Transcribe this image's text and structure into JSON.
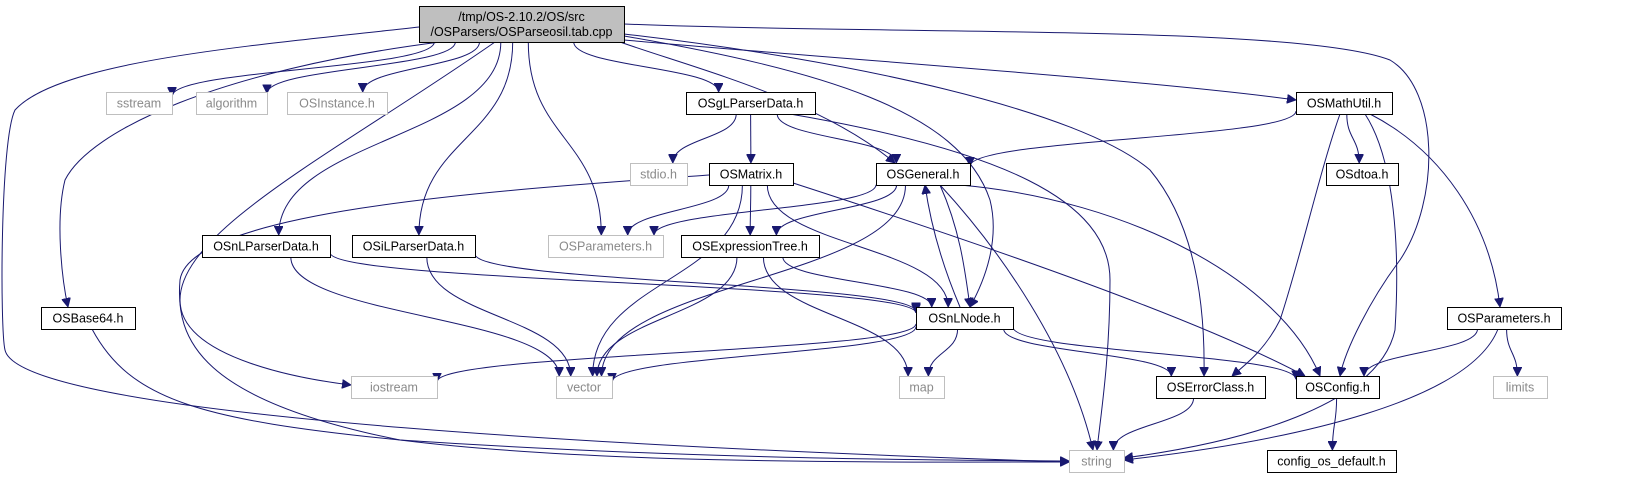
{
  "graph": {
    "nodes": [
      {
        "id": "root",
        "kind": "root",
        "lines": [
          "/tmp/OS-2.10.2/OS/src",
          "/OSParsers/OSParseosil.tab.cpp"
        ]
      },
      {
        "id": "sstream",
        "kind": "sys",
        "lines": [
          "sstream"
        ]
      },
      {
        "id": "algorithm",
        "kind": "sys",
        "lines": [
          "algorithm"
        ]
      },
      {
        "id": "osinstance",
        "kind": "sys",
        "lines": [
          "OSInstance.h"
        ]
      },
      {
        "id": "osglparserdata",
        "kind": "hdr",
        "lines": [
          "OSgLParserData.h"
        ]
      },
      {
        "id": "osmathutil",
        "kind": "hdr",
        "lines": [
          "OSMathUtil.h"
        ]
      },
      {
        "id": "stdio",
        "kind": "sys",
        "lines": [
          "stdio.h"
        ]
      },
      {
        "id": "osmatrix",
        "kind": "hdr",
        "lines": [
          "OSMatrix.h"
        ]
      },
      {
        "id": "osgeneral",
        "kind": "hdr",
        "lines": [
          "OSGeneral.h"
        ]
      },
      {
        "id": "osdtoa",
        "kind": "hdr",
        "lines": [
          "OSdtoa.h"
        ]
      },
      {
        "id": "osnlparserdata",
        "kind": "hdr",
        "lines": [
          "OSnLParserData.h"
        ]
      },
      {
        "id": "osilparserdata",
        "kind": "hdr",
        "lines": [
          "OSiLParserData.h"
        ]
      },
      {
        "id": "osparameters_sys",
        "kind": "sys",
        "lines": [
          "OSParameters.h"
        ]
      },
      {
        "id": "osexpressiontree",
        "kind": "hdr",
        "lines": [
          "OSExpressionTree.h"
        ]
      },
      {
        "id": "osbase64",
        "kind": "hdr",
        "lines": [
          "OSBase64.h"
        ]
      },
      {
        "id": "osnlnode",
        "kind": "hdr",
        "lines": [
          "OSnLNode.h"
        ]
      },
      {
        "id": "osparameters",
        "kind": "hdr",
        "lines": [
          "OSParameters.h"
        ]
      },
      {
        "id": "iostream",
        "kind": "sys",
        "lines": [
          "iostream"
        ]
      },
      {
        "id": "vector",
        "kind": "sys",
        "lines": [
          "vector"
        ]
      },
      {
        "id": "map",
        "kind": "sys",
        "lines": [
          "map"
        ]
      },
      {
        "id": "oserrorclass",
        "kind": "hdr",
        "lines": [
          "OSErrorClass.h"
        ]
      },
      {
        "id": "osconfig",
        "kind": "hdr",
        "lines": [
          "OSConfig.h"
        ]
      },
      {
        "id": "limits",
        "kind": "sys",
        "lines": [
          "limits"
        ]
      },
      {
        "id": "string",
        "kind": "sys",
        "lines": [
          "string"
        ]
      },
      {
        "id": "config_os_default",
        "kind": "hdr",
        "lines": [
          "config_os_default.h"
        ]
      }
    ],
    "edges": [
      [
        "root",
        "sstream"
      ],
      [
        "root",
        "algorithm"
      ],
      [
        "root",
        "osinstance"
      ],
      [
        "root",
        "osglparserdata"
      ],
      [
        "root",
        "osmathutil"
      ],
      [
        "root",
        "osgeneral"
      ],
      [
        "root",
        "osnlparserdata"
      ],
      [
        "root",
        "osilparserdata"
      ],
      [
        "root",
        "osparameters_sys"
      ],
      [
        "root",
        "osbase64"
      ],
      [
        "root",
        "osnlnode"
      ],
      [
        "root",
        "iostream"
      ],
      [
        "root",
        "oserrorclass"
      ],
      [
        "root",
        "osconfig"
      ],
      [
        "root",
        "string"
      ],
      [
        "osglparserdata",
        "stdio"
      ],
      [
        "osglparserdata",
        "osmatrix"
      ],
      [
        "osglparserdata",
        "osgeneral"
      ],
      [
        "osglparserdata",
        "string"
      ],
      [
        "osmathutil",
        "osgeneral"
      ],
      [
        "osmathutil",
        "osdtoa"
      ],
      [
        "osmathutil",
        "osparameters"
      ],
      [
        "osmathutil",
        "oserrorclass"
      ],
      [
        "osmathutil",
        "string"
      ],
      [
        "osmatrix",
        "osparameters_sys"
      ],
      [
        "osmatrix",
        "osexpressiontree"
      ],
      [
        "osmatrix",
        "osnlnode"
      ],
      [
        "osmatrix",
        "vector"
      ],
      [
        "osmatrix",
        "osconfig"
      ],
      [
        "osmatrix",
        "string"
      ],
      [
        "osgeneral",
        "osparameters_sys"
      ],
      [
        "osgeneral",
        "osexpressiontree"
      ],
      [
        "osgeneral",
        "osnlnode"
      ],
      [
        "osgeneral",
        "vector"
      ],
      [
        "osgeneral",
        "osconfig"
      ],
      [
        "osgeneral",
        "string"
      ],
      [
        "osnlparserdata",
        "osnlnode"
      ],
      [
        "osnlparserdata",
        "vector"
      ],
      [
        "osilparserdata",
        "osnlnode"
      ],
      [
        "osilparserdata",
        "vector"
      ],
      [
        "osexpressiontree",
        "osnlnode"
      ],
      [
        "osexpressiontree",
        "vector"
      ],
      [
        "osexpressiontree",
        "map"
      ],
      [
        "osnlnode",
        "osgeneral"
      ],
      [
        "osnlnode",
        "iostream"
      ],
      [
        "osnlnode",
        "vector"
      ],
      [
        "osnlnode",
        "map"
      ],
      [
        "osnlnode",
        "oserrorclass"
      ],
      [
        "osnlnode",
        "osconfig"
      ],
      [
        "osbase64",
        "string"
      ],
      [
        "osparameters",
        "osconfig"
      ],
      [
        "osparameters",
        "limits"
      ],
      [
        "osparameters",
        "string"
      ],
      [
        "oserrorclass",
        "string"
      ],
      [
        "osconfig",
        "config_os_default"
      ]
    ]
  }
}
